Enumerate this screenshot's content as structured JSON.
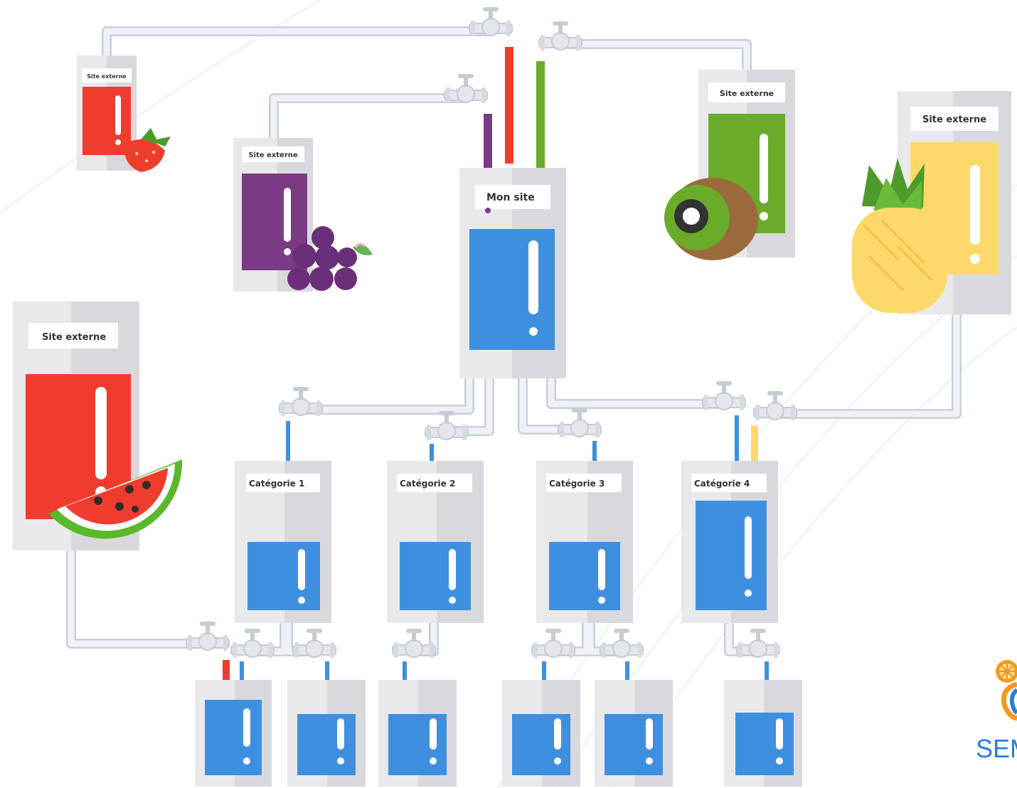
{
  "labels": {
    "main_site": "Mon site",
    "external_site": "Site externe",
    "category_1": "Catégorie 1",
    "category_2": "Catégorie 2",
    "category_3": "Catégorie 3",
    "category_4": "Catégorie 4"
  },
  "brand": {
    "text": "SEM"
  },
  "colors": {
    "pipe": "#e6eaef",
    "pipe_edge": "#c9d0d8",
    "box_light": "#e9e9ec",
    "box_dark": "#d2d2d6",
    "blue": "#3f8fe0",
    "strawberry": "#f03c2e",
    "grape": "#7a3b84",
    "kiwi": "#6aab2a",
    "pineapple": "#fcd96a",
    "watermelon_red": "#f03c2e",
    "watermelon_rind": "#5ab82a",
    "orange": "#f39a1a"
  },
  "icons": [
    "strawberry-icon",
    "grape-icon",
    "kiwi-icon",
    "pineapple-icon",
    "watermelon-icon",
    "faucet-icon",
    "orange-logo-icon"
  ]
}
